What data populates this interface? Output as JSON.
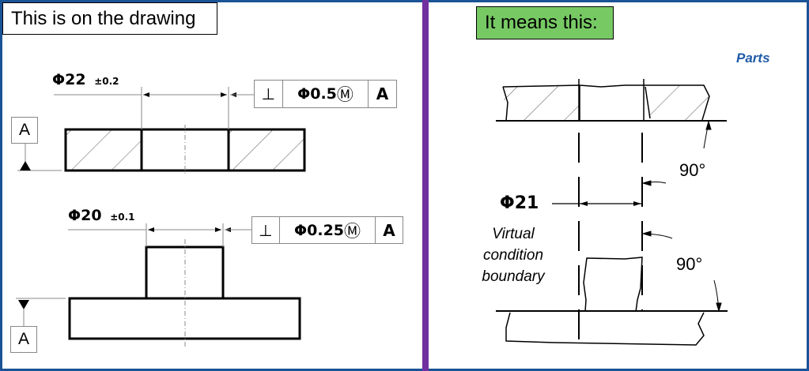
{
  "left_panel": {
    "title": "This is on the drawing",
    "part1": {
      "size_dim": "Φ22",
      "size_tol": "±0.2",
      "fcf": {
        "symbol": "⊥",
        "tolerance": "Φ0.5",
        "modifier": "Ⓜ",
        "datum": "A"
      },
      "datum_label": "A"
    },
    "part2": {
      "size_dim": "Φ20",
      "size_tol": "±0.1",
      "fcf": {
        "symbol": "⊥",
        "tolerance": "Φ0.25",
        "modifier": "Ⓜ",
        "datum": "A"
      },
      "datum_label": "A"
    }
  },
  "right_panel": {
    "title": "It means this:",
    "parts_label": "Parts",
    "angle_top": "90°",
    "angle_bottom": "90°",
    "boundary_dim": "Φ21",
    "boundary_label_lines": [
      "Virtual",
      "condition",
      "boundary"
    ]
  },
  "colors": {
    "frame": "#1a5396",
    "divider": "#7030a0",
    "title_right_bg": "#77c964",
    "parts_text": "#1f5aa8"
  }
}
